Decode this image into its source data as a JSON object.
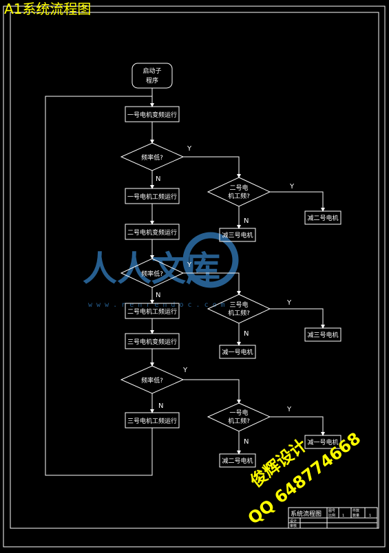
{
  "title": "A1系统流程图",
  "nodes": {
    "start": "启动子\n程序",
    "p1": "一号电机变频运行",
    "d1": "频率低?",
    "p2": "一号电机工频运行",
    "p3": "二号电机变频运行",
    "d2": "频率低?",
    "p4": "二号电机工频运行",
    "p5": "三号电机变频运行",
    "d3": "频率低?",
    "p6": "三号电机工频运行",
    "s1": "二号电\n机工频?",
    "s1y": "减二号电机",
    "s1n": "减三号电机",
    "s2": "三号电\n机工频?",
    "s2y": "减三号电机",
    "s2n": "减一号电机",
    "s3": "一号电\n机工频?",
    "s3y": "减一号电机",
    "s3n": "减二号电机"
  },
  "labels": {
    "yes": "Y",
    "no": "N"
  },
  "title_block": {
    "drawing_name": "系统流程图",
    "cells": [
      "图号",
      "比例",
      "件数",
      "数量",
      "1",
      "1"
    ],
    "row2": [
      "设计",
      "审核",
      "",
      "",
      "",
      ""
    ]
  },
  "watermark": {
    "brand": "人人文库",
    "url": "w w w . r e n r e n d o c . c o m",
    "stamp_line1": "俊辉设计",
    "stamp_line2": "QQ 648774668"
  },
  "colors": {
    "background": "#000000",
    "line": "#ffffff",
    "title": "#ffff00",
    "watermark": "#2d6fa8"
  }
}
